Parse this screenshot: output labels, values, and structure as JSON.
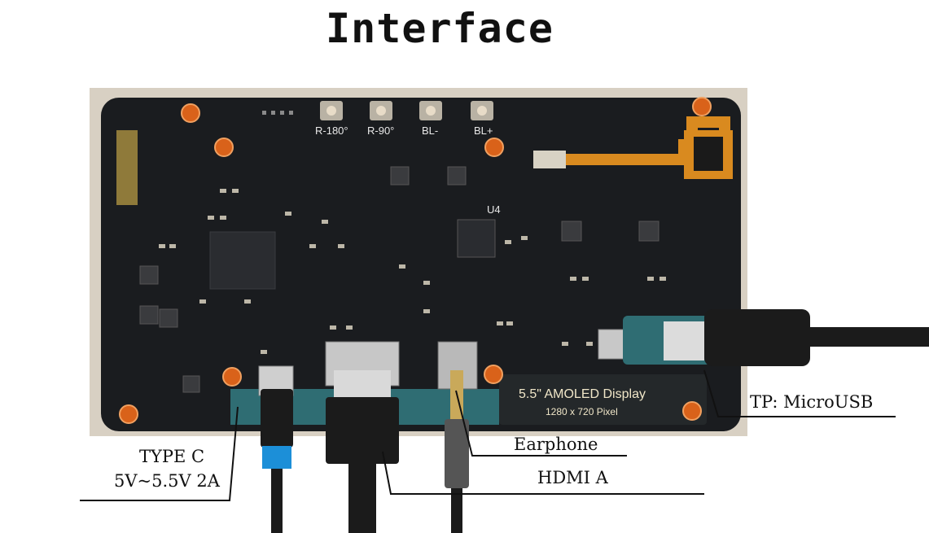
{
  "title": "Interface",
  "buttons": [
    "R-180°",
    "R-90°",
    "BL-",
    "BL+"
  ],
  "board": {
    "chip_label": "U4",
    "display_name": "5.5\" AMOLED Display",
    "resolution": "1280 x 720 Pixel"
  },
  "callouts": {
    "type_c_line1": "TYPE C",
    "type_c_line2": "5V~5.5V 2A",
    "earphone": "Earphone",
    "hdmi": "HDMI A",
    "tp": "TP: MicroUSB"
  },
  "colors": {
    "pcb": "#1a1c1f",
    "standoff": "#d9621a",
    "flex": "#d98a1f",
    "edge_strip": "#2f6d73",
    "cable": "#1b1b1b"
  }
}
